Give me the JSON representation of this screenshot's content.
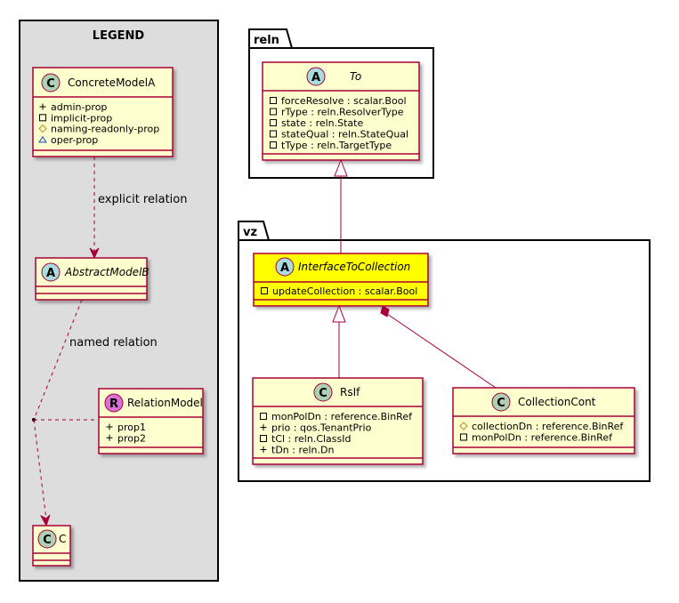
{
  "colors": {
    "class_fill": "#FEFECE",
    "class_border": "#A80036",
    "highlight_fill": "#FFFF00",
    "legend_fill": "#DDDDDD",
    "line": "#A80036",
    "text": "#000000",
    "circle_class": "#ADD1B2",
    "circle_abstract": "#A9DCDF",
    "circle_relation": "#DA70D6"
  },
  "legend": {
    "title": "LEGEND",
    "concrete": {
      "name": "ConcreteModelA",
      "stereotype_letter": "C",
      "props": [
        {
          "vis": "+",
          "text": "admin-prop"
        },
        {
          "vis": "-",
          "text": "implicit-prop"
        },
        {
          "vis": "#",
          "text": "naming-readonly-prop"
        },
        {
          "vis": "~",
          "text": "oper-prop"
        }
      ]
    },
    "abstract": {
      "name": "AbstractModelB",
      "stereotype_letter": "A"
    },
    "relation_model": {
      "name": "RelationModel",
      "stereotype_letter": "R",
      "props": [
        {
          "vis": "+",
          "text": "prop1"
        },
        {
          "vis": "+",
          "text": "prop2"
        }
      ]
    },
    "target": {
      "name": "C",
      "stereotype_letter": "C"
    },
    "explicit_relation_label": "explicit relation",
    "named_relation_label": "named relation"
  },
  "packages": {
    "reln": {
      "name": "reln",
      "class": {
        "name": "To",
        "stereotype_letter": "A",
        "props": [
          {
            "vis": "-",
            "text": "forceResolve : scalar.Bool"
          },
          {
            "vis": "-",
            "text": "rType : reln.ResolverType"
          },
          {
            "vis": "-",
            "text": "state : reln.State"
          },
          {
            "vis": "-",
            "text": "stateQual : reln.StateQual"
          },
          {
            "vis": "-",
            "text": "tType : reln.TargetType"
          }
        ]
      }
    },
    "vz": {
      "name": "vz",
      "interface": {
        "name": "InterfaceToCollection",
        "stereotype_letter": "A",
        "props": [
          {
            "vis": "-",
            "text": "updateCollection : scalar.Bool"
          }
        ]
      },
      "rsif": {
        "name": "RsIf",
        "stereotype_letter": "C",
        "props": [
          {
            "vis": "-",
            "text": "monPolDn : reference.BinRef"
          },
          {
            "vis": "+",
            "text": "prio : qos.TenantPrio"
          },
          {
            "vis": "-",
            "text": "tCl : reln.ClassId"
          },
          {
            "vis": "+",
            "text": "tDn : reln.Dn"
          }
        ]
      },
      "collection": {
        "name": "CollectionCont",
        "stereotype_letter": "C",
        "props": [
          {
            "vis": "#",
            "text": "collectionDn : reference.BinRef"
          },
          {
            "vis": "-",
            "text": "monPolDn : reference.BinRef"
          }
        ]
      }
    }
  }
}
